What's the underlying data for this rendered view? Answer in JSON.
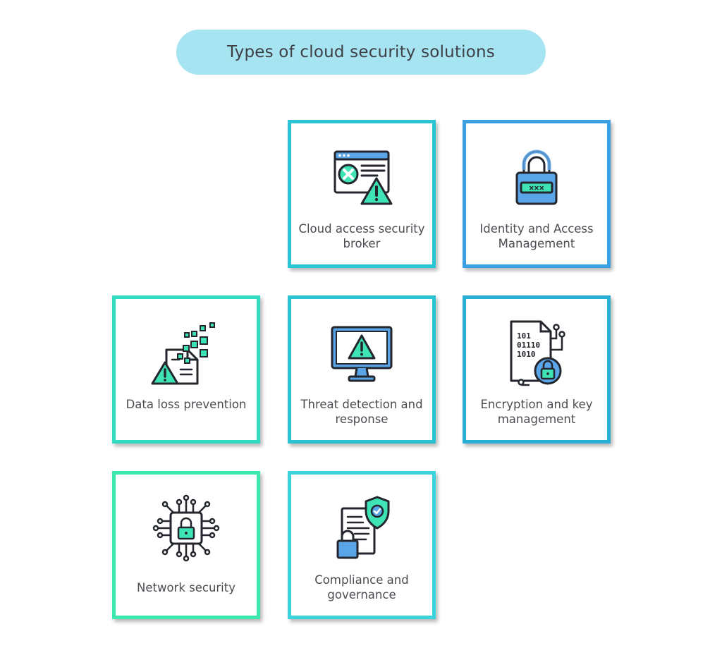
{
  "title": "Types of cloud security solutions",
  "cards": [
    {
      "label": "Cloud access security broker",
      "icon": "browser-warning-icon",
      "border": "#2bc4d4"
    },
    {
      "label": "Identity and Access Management",
      "icon": "padlock-password-icon",
      "border": "#3aa0e4"
    },
    {
      "label": "Data loss prevention",
      "icon": "document-data-leak-icon",
      "border": "#33dcc0"
    },
    {
      "label": "Threat detection and response",
      "icon": "monitor-warning-icon",
      "border": "#29c3d2"
    },
    {
      "label": "Encryption and key management",
      "icon": "binary-file-lock-icon",
      "border": "#2aaed8"
    },
    {
      "label": "Network security",
      "icon": "circuit-lock-icon",
      "border": "#3ae8b0"
    },
    {
      "label": "Compliance and governance",
      "icon": "document-shield-lock-icon",
      "border": "#3cd4dc"
    }
  ],
  "colors": {
    "mint": "#3fe4b6",
    "blue": "#5aa4e8",
    "outline": "#23262d",
    "title_bg": "#a7e4f1"
  }
}
